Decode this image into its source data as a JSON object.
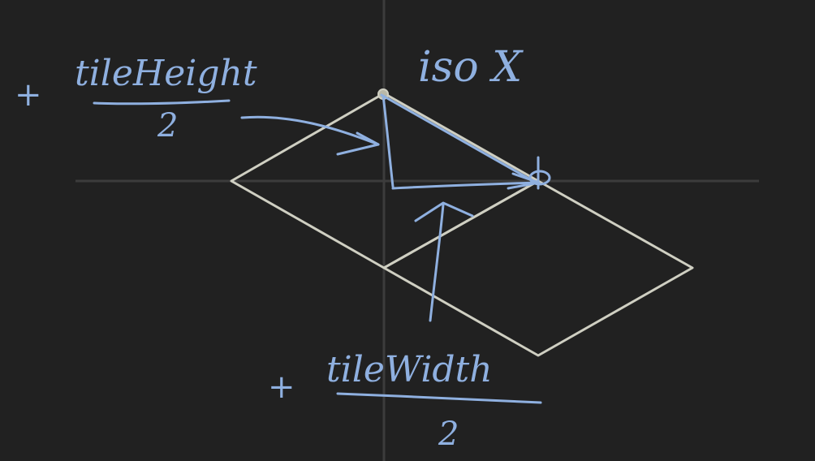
{
  "colors": {
    "background": "#212121",
    "axis": "#3c3c3c",
    "tile_outline": "#cfcfc2",
    "annotation": "#8fb0e0"
  },
  "labels": {
    "iso_x": "iso X",
    "height_plus": "+",
    "height_numerator": "tileHeight",
    "height_denominator": "2",
    "width_plus": "+",
    "width_numerator": "tileWidth",
    "width_denominator": "2"
  }
}
